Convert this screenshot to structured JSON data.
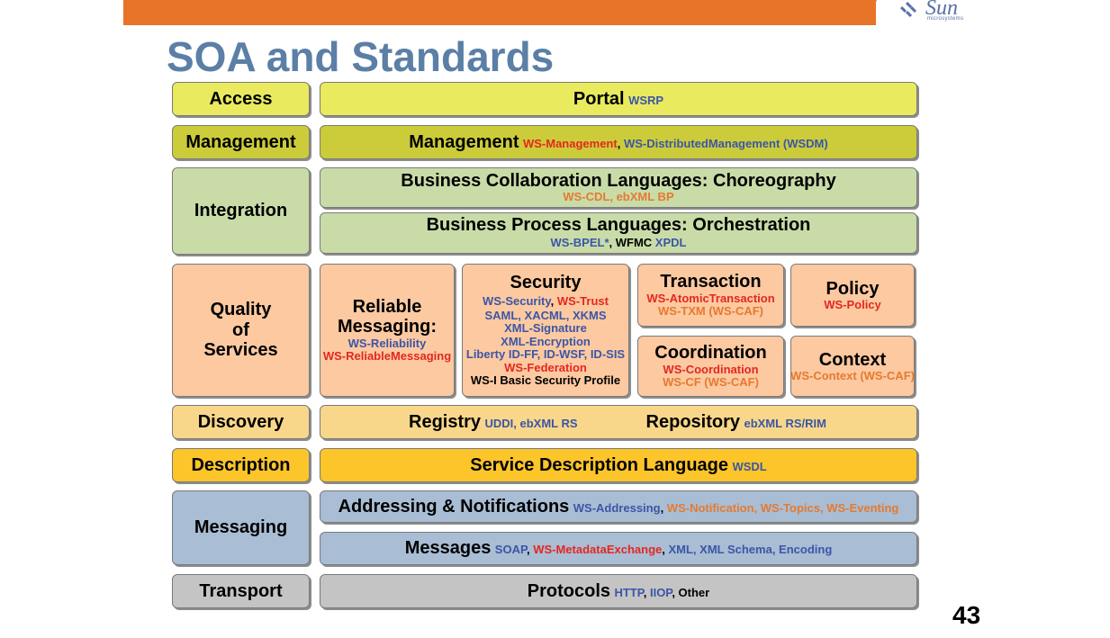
{
  "header": {
    "logo_text": "Sun",
    "logo_subtext": "microsystems"
  },
  "title": "SOA and Standards",
  "page_number": "43",
  "layers": {
    "access": {
      "label": "Access",
      "name": "Portal",
      "std1": "WSRP"
    },
    "management": {
      "label": "Management",
      "name": "Management",
      "std1": "WS-Management",
      "sep1": ", ",
      "std2": "WS-DistributedManagement (WSDM)"
    },
    "integration": {
      "label": "Integration",
      "choreo_title": "Business Collaboration Languages: Choreography",
      "choreo_std": "WS-CDL, ebXML BP",
      "orch_title": "Business Process Languages: Orchestration",
      "orch_std1": "WS-BPEL*",
      "orch_sep": ", ",
      "orch_std2": "WFMC",
      "orch_std3": " XPDL"
    },
    "qos": {
      "label_line1": "Quality",
      "label_line2": "of",
      "label_line3": "Services",
      "reliable": {
        "title1": "Reliable",
        "title2": "Messaging:",
        "std1": "WS-Reliability",
        "std2": "WS-ReliableMessaging"
      },
      "security": {
        "title": "Security",
        "l1a": "WS-Security",
        "l1sep": ", ",
        "l1b": "WS-Trust",
        "l2": "SAML, XACML, XKMS",
        "l3": "XML-Signature",
        "l4": "XML-Encryption",
        "l5": "Liberty ID-FF, ID-WSF, ID-SIS",
        "l6": "WS-Federation",
        "l7": "WS-I Basic Security Profile"
      },
      "transaction": {
        "title": "Transaction",
        "std1": "WS-AtomicTransaction",
        "std2": "WS-TXM (WS-CAF)"
      },
      "policy": {
        "title": "Policy",
        "std1": "WS-Policy"
      },
      "coordination": {
        "title": "Coordination",
        "std1": "WS-Coordination",
        "std2": "WS-CF (WS-CAF)"
      },
      "context": {
        "title": "Context",
        "std1": "WS-Context (WS-CAF)"
      }
    },
    "discovery": {
      "label": "Discovery",
      "registry": "Registry",
      "registry_std": "UDDI, ebXML RS",
      "repository": "Repository",
      "repository_std": "ebXML RS/RIM"
    },
    "description": {
      "label": "Description",
      "name": "Service Description Language",
      "std1": "WSDL"
    },
    "messaging": {
      "label": "Messaging",
      "addr_title": "Addressing & Notifications",
      "addr_std1": "WS-Addressing",
      "addr_sep": ", ",
      "addr_std2": "WS-Notification, WS-Topics, WS-Eventing",
      "msg_title": "Messages",
      "msg_std1": "SOAP",
      "msg_sep1": ", ",
      "msg_std2": "WS-MetadataExchange",
      "msg_sep2": ", ",
      "msg_std3": "XML, XML Schema, Encoding"
    },
    "transport": {
      "label": "Transport",
      "name": "Protocols",
      "std1": "HTTP",
      "sep1": ", ",
      "std2": "IIOP",
      "sep2": ", ",
      "std3": "Other"
    }
  },
  "colors": {
    "topbar": "#e8742a",
    "title": "#5b7fa6",
    "std_blue": "#3b56a6",
    "std_red": "#e3281f",
    "std_orange": "#e57a30",
    "access": "#eaea5e",
    "management": "#cccc3a",
    "integration": "#c9dca8",
    "qos": "#fcc9a1",
    "discovery": "#f8d78b",
    "description": "#fcc52a",
    "messaging": "#a9bdd4",
    "transport": "#c4c4c4"
  }
}
